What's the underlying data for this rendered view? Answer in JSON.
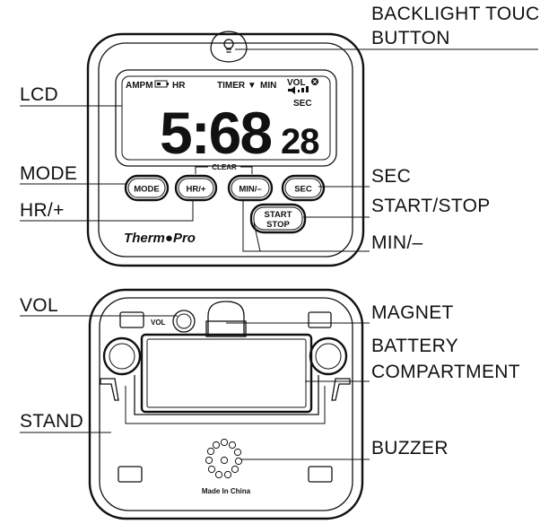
{
  "callouts": {
    "backlight": [
      "BACKLIGHT TOUCH",
      "BUTTON"
    ],
    "lcd": "LCD",
    "mode": "MODE",
    "hr": "HR/+",
    "sec": "SEC",
    "start_stop": "START/STOP",
    "min": "MIN/–",
    "vol": "VOL",
    "magnet": "MAGNET",
    "battery": [
      "BATTERY",
      "COMPARTMENT"
    ],
    "stand": "STAND",
    "buzzer": "BUZZER"
  },
  "display": {
    "ampm": "AMPM",
    "hr": "HR",
    "timer": "TIMER ▼",
    "min": "MIN",
    "vol": "VOL",
    "sec": "SEC",
    "main_digits": "5:68",
    "sec_digits": "28"
  },
  "buttons": {
    "mode": "MODE",
    "hr": "HR/+",
    "min": "MIN/–",
    "sec": "SEC",
    "start": "START",
    "stop": "STOP",
    "clear": "CLEAR"
  },
  "brand": "ThermoPro",
  "back": {
    "vol_label": "VOL",
    "made_in": "Made In China"
  }
}
